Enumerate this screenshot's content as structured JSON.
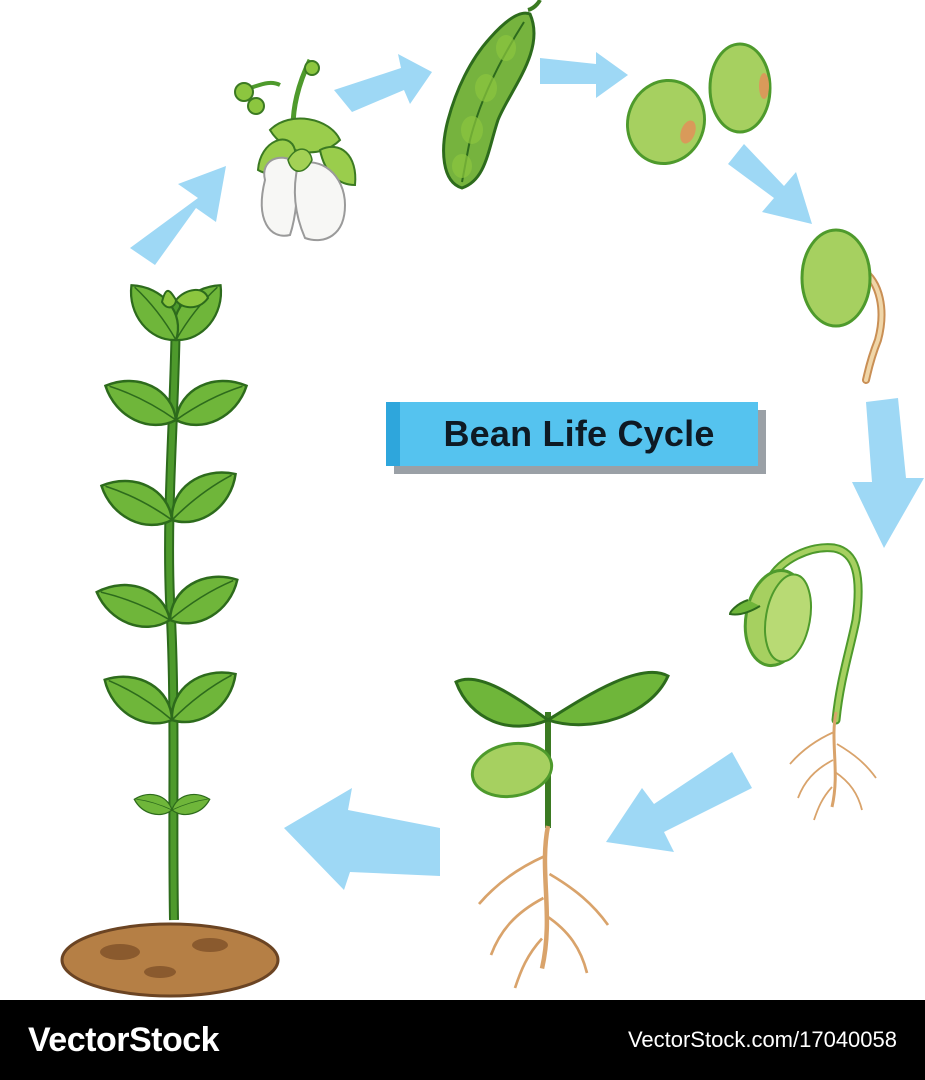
{
  "diagram": {
    "title": "Bean Life Cycle",
    "stage_icons": [
      "flower-icon",
      "bean-pod-icon",
      "bean-seeds-icon",
      "germinating-seed-icon",
      "sprout-icon",
      "seedling-icon",
      "mature-plant-icon"
    ],
    "arrow_color": "#9ed8f5",
    "title_box_color": "#55c3ef"
  },
  "footer": {
    "brand": "VectorStock",
    "credit": "VectorStock.com/17040058"
  }
}
